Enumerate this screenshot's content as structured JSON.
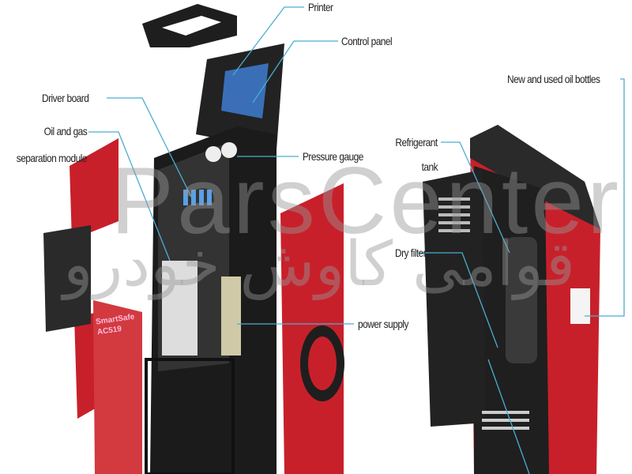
{
  "labels": {
    "printer": "Printer",
    "control_panel": "Control panel",
    "oil_bottles": "New and used oil bottles",
    "driver_board": "Driver board",
    "oil_gas_1": "Oil and gas",
    "oil_gas_2": "separation module",
    "refrigerant_1": "Refrigerant",
    "refrigerant_2": "tank",
    "pressure_gauge": "Pressure gauge",
    "dry_filter": "Dry filter",
    "power_supply": "power supply"
  },
  "product_logo": {
    "line1": "SmartSafe",
    "line2": "AC519"
  },
  "watermark": {
    "latin": "ParsCenter",
    "persian": "قوامی کاوش خودرو"
  },
  "colors": {
    "leader": "#4aaed0",
    "red": "#c8202a",
    "dark": "#262626"
  }
}
